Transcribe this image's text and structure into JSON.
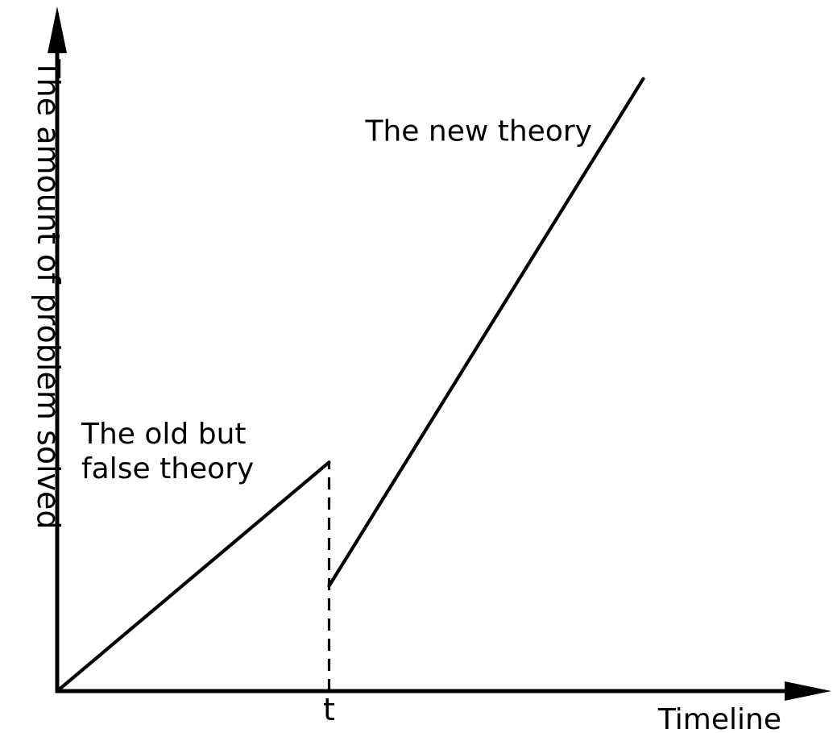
{
  "chart_data": {
    "type": "line",
    "title": "",
    "xlabel": "Timeline",
    "ylabel": "The amount of problem solved",
    "xlim": [
      0,
      100
    ],
    "ylim": [
      0,
      100
    ],
    "grid": false,
    "legend": "none",
    "x_ticks": [
      {
        "value": 45,
        "label": "t"
      }
    ],
    "series": [
      {
        "key": "old",
        "x": [
          0,
          45
        ],
        "y": [
          0,
          37
        ]
      },
      {
        "key": "new",
        "x": [
          45,
          97
        ],
        "y": [
          17,
          99
        ]
      }
    ],
    "markers": [
      {
        "type": "dashed-vertical",
        "x": 45,
        "y_from": 0,
        "y_to": 37
      }
    ],
    "annotations": [
      {
        "key": "old",
        "lines": [
          "The old but",
          "false theory"
        ],
        "x": 4,
        "y": 40
      },
      {
        "key": "new",
        "lines": [
          "The new theory"
        ],
        "x": 51,
        "y": 89
      }
    ],
    "colors": {
      "line": "#000000",
      "background": "#ffffff"
    }
  }
}
